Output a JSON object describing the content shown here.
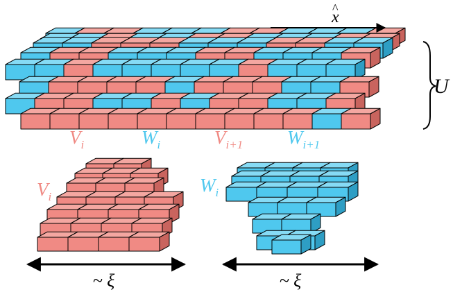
{
  "colors": {
    "pink": "#f08a84",
    "pink_top": "#f4a7a1",
    "pink_side": "#c9645e",
    "cyan": "#4fc8ee",
    "cyan_top": "#86dbf5",
    "cyan_side": "#2e9ec4",
    "label_pink": "#f08a84",
    "label_cyan": "#4fc8ee",
    "ink": "#000000"
  },
  "direction_label": {
    "base": "x",
    "hat": "^"
  },
  "operator_label": "U",
  "segment_labels": [
    {
      "base": "V",
      "sub": "i",
      "color": "label_pink"
    },
    {
      "base": "W",
      "sub": "i",
      "color": "label_cyan"
    },
    {
      "base": "V",
      "sub": "i+1",
      "color": "label_pink"
    },
    {
      "base": "W",
      "sub": "i+1",
      "color": "label_cyan"
    }
  ],
  "lower_left_label": {
    "base": "V",
    "sub": "i"
  },
  "lower_right_label": {
    "base": "W",
    "sub": "i"
  },
  "scale_labels": [
    {
      "tilde": "~",
      "symbol": "ξ"
    },
    {
      "tilde": "~",
      "symbol": "ξ"
    }
  ]
}
